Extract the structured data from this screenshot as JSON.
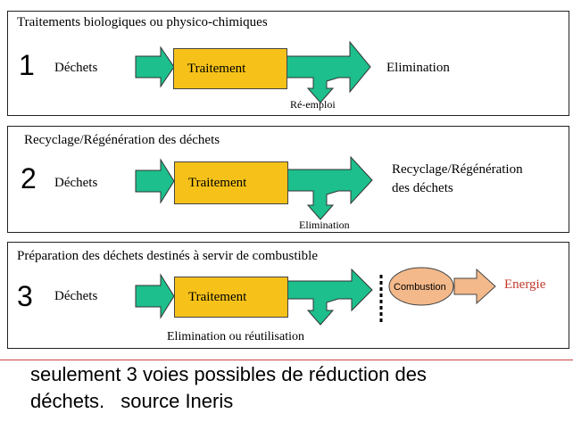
{
  "panels": [
    {
      "title": "Traitements biologiques ou physico-chimiques",
      "number": "1",
      "input": "Déchets",
      "process": "Traitement",
      "output_main": "Elimination",
      "output_side": "Ré-emploi"
    },
    {
      "title": "Recyclage/Régénération des déchets",
      "number": "2",
      "input": "Déchets",
      "process": "Traitement",
      "output_main_line1": "Recyclage/Régénération",
      "output_main_line2": "des déchets",
      "output_side": "Elimination"
    },
    {
      "title": "Préparation des déchets destinés à servir de combustible",
      "number": "3",
      "input": "Déchets",
      "process": "Traitement",
      "combustion": "Combustion",
      "energy": "Energie",
      "output_side": "Elimination ou réutilisation"
    }
  ],
  "caption": {
    "line1": "seulement 3 voies  possibles  de réduction des",
    "line2_a": "déchets.",
    "line2_b": "source Ineris"
  },
  "colors": {
    "arrow_green": "#1dbf8c",
    "process_yellow": "#f6c21a",
    "combustion_orange": "#f3b98a",
    "energy_red": "#c0392b",
    "separator_red": "#cc4444"
  }
}
